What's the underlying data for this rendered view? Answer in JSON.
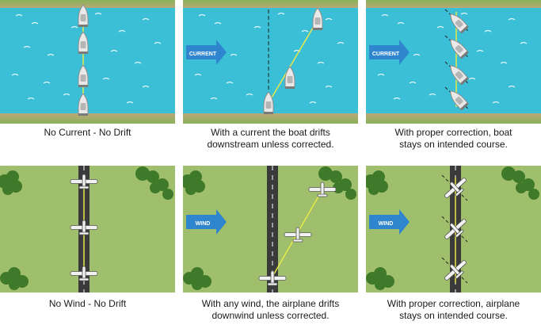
{
  "panels": [
    {
      "caption_lines": [
        "No Current - No Drift"
      ]
    },
    {
      "caption_lines": [
        "With a current the boat drifts",
        "downstream unless corrected."
      ],
      "arrow_label": "CURRENT"
    },
    {
      "caption_lines": [
        "With proper correction, boat",
        "stays on intended course."
      ],
      "arrow_label": "CURRENT"
    },
    {
      "caption_lines": [
        "No Wind - No Drift"
      ]
    },
    {
      "caption_lines": [
        "With any wind, the airplane drifts",
        "downwind unless corrected."
      ],
      "arrow_label": "WIND"
    },
    {
      "caption_lines": [
        "With proper correction, airplane",
        "stays on intended course."
      ],
      "arrow_label": "WIND"
    }
  ],
  "colors": {
    "water": "#3bbfd6",
    "water_dark": "#2aa7c2",
    "bank": "#b9a878",
    "bank_grass": "#8ab25a",
    "grass": "#9fbf6c",
    "runway": "#3a3a3a",
    "tree": "#3f7a2a",
    "track": "#e8e84a",
    "arrow": "#2f86cf",
    "ripple": "#ffffff"
  },
  "icons": [
    "boat-icon",
    "airplane-icon",
    "tree-icon",
    "current-arrow-icon",
    "wind-arrow-icon"
  ]
}
